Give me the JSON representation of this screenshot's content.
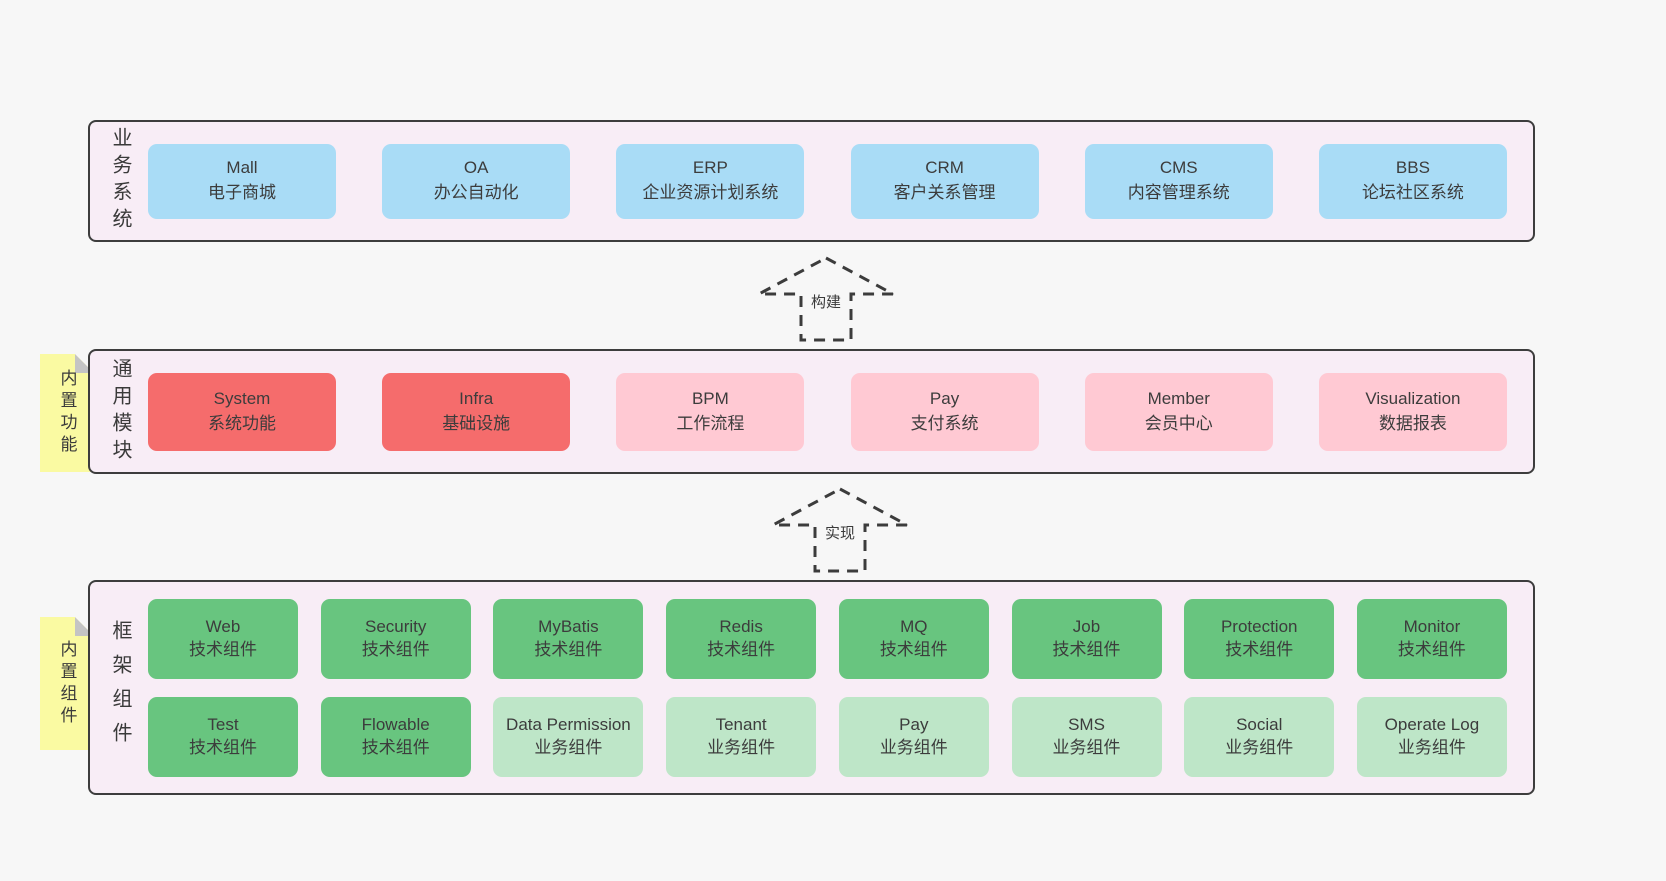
{
  "colors": {
    "page_bg": "#f7f7f7",
    "layer_bg": "#f8edf6",
    "layer_border": "#3d3d3d",
    "business_box": "#a9dcf6",
    "core_module_box": "#f56c6c",
    "optional_module_box": "#ffc9d3",
    "tech_component_box": "#68c57f",
    "biz_component_box": "#bee6c8",
    "note_bg": "#fafaa2",
    "note_fold": "#c4c4c4",
    "text": "#3c3c3c"
  },
  "business_layer": {
    "label": "业务系统",
    "boxes": [
      {
        "name": "Mall",
        "desc": "电子商城"
      },
      {
        "name": "OA",
        "desc": "办公自动化"
      },
      {
        "name": "ERP",
        "desc": "企业资源计划系统"
      },
      {
        "name": "CRM",
        "desc": "客户关系管理"
      },
      {
        "name": "CMS",
        "desc": "内容管理系统"
      },
      {
        "name": "BBS",
        "desc": "论坛社区系统"
      }
    ]
  },
  "arrows": {
    "build": "构建",
    "implement": "实现"
  },
  "module_layer": {
    "label": "通用模块",
    "note": "内置功能",
    "boxes": [
      {
        "name": "System",
        "desc": "系统功能"
      },
      {
        "name": "Infra",
        "desc": "基础设施"
      },
      {
        "name": "BPM",
        "desc": "工作流程"
      },
      {
        "name": "Pay",
        "desc": "支付系统"
      },
      {
        "name": "Member",
        "desc": "会员中心"
      },
      {
        "name": "Visualization",
        "desc": "数据报表"
      }
    ]
  },
  "framework_layer": {
    "label": "框架组件",
    "note": "内置组件",
    "row1": [
      {
        "name": "Web",
        "desc": "技术组件"
      },
      {
        "name": "Security",
        "desc": "技术组件"
      },
      {
        "name": "MyBatis",
        "desc": "技术组件"
      },
      {
        "name": "Redis",
        "desc": "技术组件"
      },
      {
        "name": "MQ",
        "desc": "技术组件"
      },
      {
        "name": "Job",
        "desc": "技术组件"
      },
      {
        "name": "Protection",
        "desc": "技术组件"
      },
      {
        "name": "Monitor",
        "desc": "技术组件"
      }
    ],
    "row2": [
      {
        "name": "Test",
        "desc": "技术组件"
      },
      {
        "name": "Flowable",
        "desc": "技术组件"
      },
      {
        "name": "Data Permission",
        "desc": "业务组件"
      },
      {
        "name": "Tenant",
        "desc": "业务组件"
      },
      {
        "name": "Pay",
        "desc": "业务组件"
      },
      {
        "name": "SMS",
        "desc": "业务组件"
      },
      {
        "name": "Social",
        "desc": "业务组件"
      },
      {
        "name": "Operate Log",
        "desc": "业务组件"
      }
    ]
  }
}
